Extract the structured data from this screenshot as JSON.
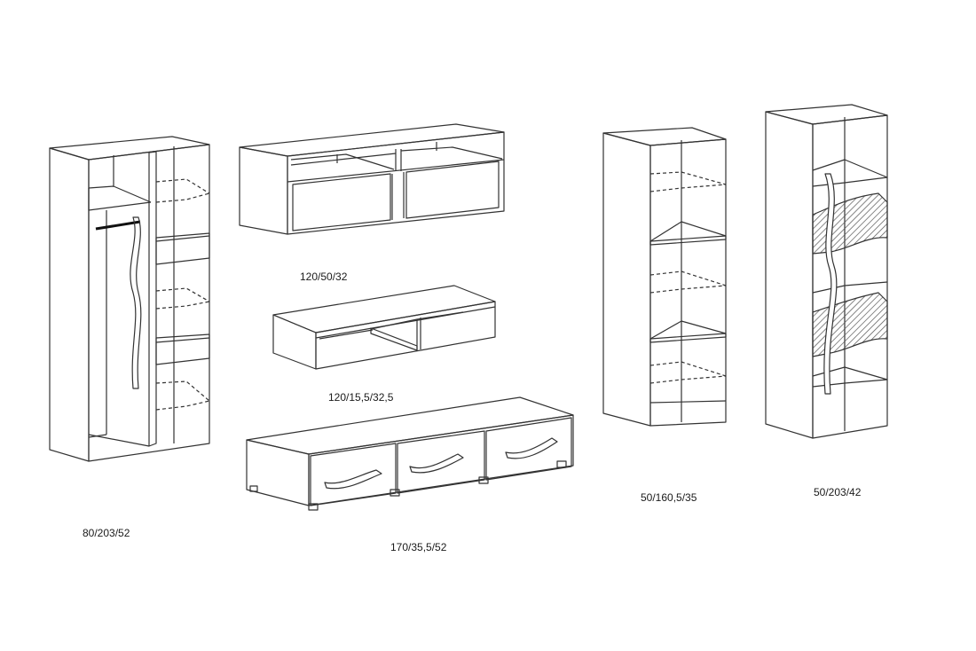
{
  "drawing": {
    "line_color": "#333333",
    "hatch_color": "#555555",
    "background": "#ffffff"
  },
  "pieces": [
    {
      "id": "wardrobe",
      "label": "80/203/52",
      "icon": "wardrobe-icon"
    },
    {
      "id": "wall-cabinet",
      "label": "120/50/32",
      "icon": "wall-cabinet-icon"
    },
    {
      "id": "shelf",
      "label": "120/15,5/32,5",
      "icon": "shelf-icon"
    },
    {
      "id": "tv-stand",
      "label": "170/35,5/52",
      "icon": "tv-stand-icon"
    },
    {
      "id": "cabinet-mid",
      "label": "50/160,5/35",
      "icon": "cabinet-icon"
    },
    {
      "id": "bookcase",
      "label": "50/203/42",
      "icon": "bookcase-icon"
    }
  ]
}
